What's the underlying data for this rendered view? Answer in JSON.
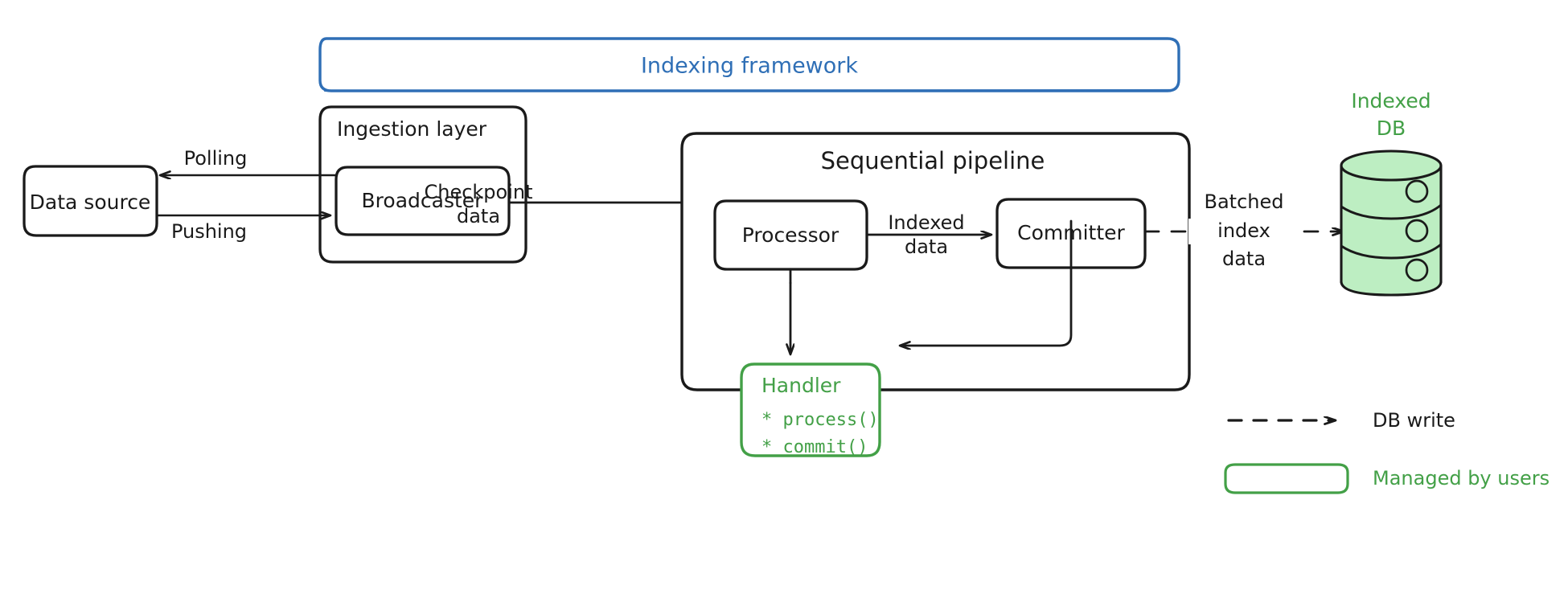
{
  "diagram": {
    "title_banner": {
      "label": "Indexing framework",
      "color": "#2f6fb6"
    },
    "nodes": {
      "data_source": {
        "label": "Data source"
      },
      "ingestion": {
        "label": "Ingestion layer"
      },
      "broadcaster": {
        "label": "Broadcaster"
      },
      "pipeline": {
        "label": "Sequential pipeline"
      },
      "processor": {
        "label": "Processor"
      },
      "committer": {
        "label": "Committer"
      },
      "handler": {
        "label": "Handler",
        "color": "#43a047",
        "methods": [
          "* process()",
          "* commit()"
        ]
      },
      "indexed_db": {
        "label_line1": "Indexed",
        "label_line2": "DB",
        "color": "#43a047",
        "fill": "#bdeec2"
      }
    },
    "edges": {
      "polling": {
        "label": "Polling"
      },
      "pushing": {
        "label": "Pushing"
      },
      "checkpoint": {
        "line1": "Checkpoint",
        "line2": "data"
      },
      "indexed": {
        "line1": "Indexed",
        "line2": "data"
      },
      "batched": {
        "line1": "Batched",
        "line2": "index",
        "line3": "data"
      }
    },
    "legend": [
      {
        "kind": "dashed-arrow",
        "label": "DB write",
        "color": "#1a1a1a"
      },
      {
        "kind": "green-box",
        "label": "Managed by users",
        "color": "#43a047"
      }
    ]
  }
}
